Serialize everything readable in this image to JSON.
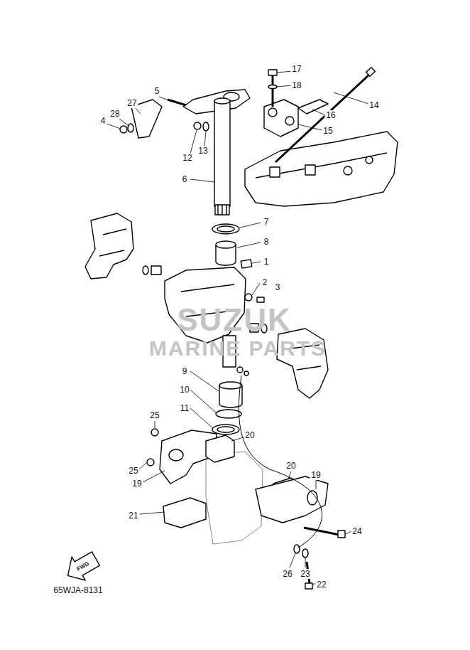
{
  "diagram": {
    "labels": [
      "17",
      "18",
      "14",
      "5",
      "27",
      "16",
      "28",
      "4",
      "15",
      "12",
      "13",
      "6",
      "7",
      "8",
      "1",
      "2",
      "3",
      "SUZUK",
      "MARINE PARTS",
      "9",
      "10",
      "11",
      "25",
      "20",
      "25",
      "19",
      "20",
      "19",
      "21",
      "24",
      "26",
      "23",
      "22",
      "FWD",
      "65WJA-8131"
    ]
  }
}
